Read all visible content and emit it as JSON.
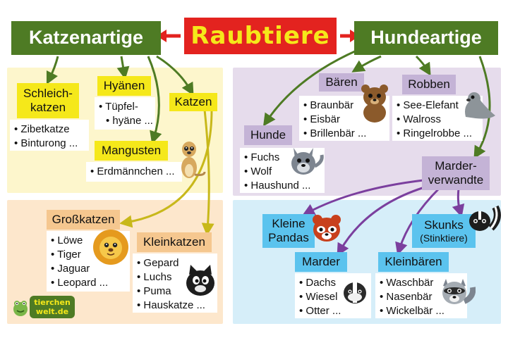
{
  "title": "Raubtiere",
  "groups": {
    "katzenartige": "Katzenartige",
    "hundeartige": "Hundeartige"
  },
  "families": {
    "schleichkatzen": "Schleich-\nkatzen",
    "hyaenen": "Hyänen",
    "katzen": "Katzen",
    "mangusten": "Mangusten",
    "grosskatzen": "Großkatzen",
    "kleinkatzen": "Kleinkatzen",
    "baeren": "Bären",
    "robben": "Robben",
    "hunde": "Hunde",
    "marderverwandte": "Marder-\nverwandte",
    "kleine_pandas": "Kleine\nPandas",
    "skunks": "Skunks",
    "skunks_sub": "(Stinktiere)",
    "marder": "Marder",
    "kleinbaeren": "Kleinbären"
  },
  "lists": {
    "schleichkatzen": [
      "Zibetkatze",
      "Binturong ..."
    ],
    "hyaenen": [
      "Tüpfel-",
      "hyäne ..."
    ],
    "mangusten": [
      "Erdmännchen ..."
    ],
    "grosskatzen": [
      "Löwe",
      "Tiger",
      "Jaguar",
      "Leopard ..."
    ],
    "kleinkatzen": [
      "Gepard",
      "Luchs",
      "Puma",
      "Hauskatze ..."
    ],
    "baeren": [
      "Braunbär",
      "Eisbär",
      "Brillenbär ..."
    ],
    "robben": [
      "See-Elefant",
      "Walross",
      "Ringelrobbe ..."
    ],
    "hunde": [
      "Fuchs",
      "Wolf",
      "Haushund ..."
    ],
    "marder": [
      "Dachs",
      "Wiesel",
      "Otter ..."
    ],
    "kleinbaeren": [
      "Waschbär",
      "Nasenbär",
      "Wickelbär ..."
    ]
  },
  "logo": {
    "line1": "tierchen",
    "line2": "welt.de"
  },
  "colors": {
    "green": "#4e7b24",
    "red": "#e3231f",
    "yellow": "#f5e81a",
    "purple_label": "#c4b3d6",
    "blue_label": "#5bc3ee",
    "orange_label": "#f5c78f",
    "arrow_purple": "#7b3f9e",
    "arrow_yellow": "#c8b81a"
  }
}
